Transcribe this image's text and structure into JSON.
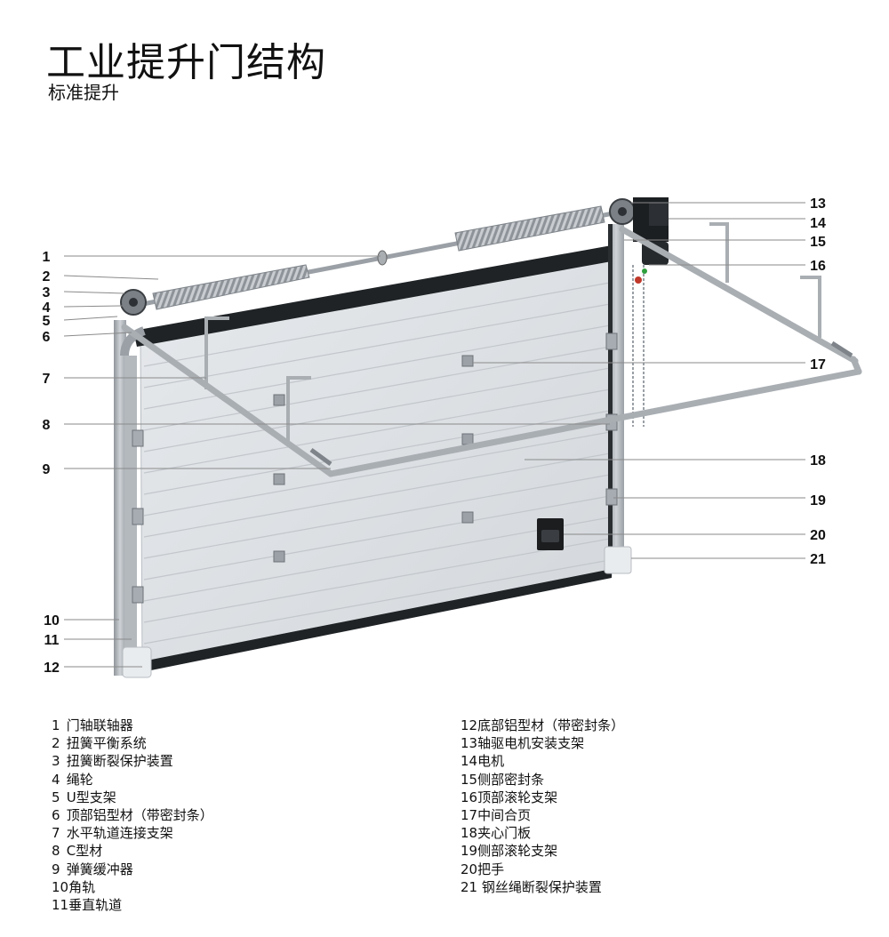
{
  "header": {
    "title": "工业提升门结构",
    "subtitle": "标准提升"
  },
  "callouts": {
    "left": [
      "1",
      "2",
      "3",
      "4",
      "5",
      "6",
      "7",
      "8",
      "9",
      "10",
      "11",
      "12"
    ],
    "right": [
      "13",
      "14",
      "15",
      "16",
      "17",
      "18",
      "19",
      "20",
      "21"
    ]
  },
  "legend": {
    "left": [
      {
        "num": "1",
        "label": "门轴联轴器"
      },
      {
        "num": "2",
        "label": "扭簧平衡系统"
      },
      {
        "num": "3",
        "label": "扭簧断裂保护装置"
      },
      {
        "num": "4",
        "label": "绳轮"
      },
      {
        "num": "5",
        "label": "U型支架"
      },
      {
        "num": "6",
        "label": "顶部铝型材（带密封条）"
      },
      {
        "num": "7",
        "label": "水平轨道连接支架"
      },
      {
        "num": "8",
        "label": "C型材"
      },
      {
        "num": "9",
        "label": "弹簧缓冲器"
      },
      {
        "num": "10",
        "label": "角轨"
      },
      {
        "num": "11",
        "label": "垂直轨道"
      }
    ],
    "right": [
      {
        "num": "12",
        "label": "底部铝型材（带密封条）"
      },
      {
        "num": "13",
        "label": "轴驱电机安装支架"
      },
      {
        "num": "14",
        "label": "电机"
      },
      {
        "num": "15",
        "label": "侧部密封条"
      },
      {
        "num": "16",
        "label": "顶部滚轮支架"
      },
      {
        "num": "17",
        "label": "中间合页"
      },
      {
        "num": "18",
        "label": "夹心门板"
      },
      {
        "num": "19",
        "label": "侧部滚轮支架"
      },
      {
        "num": "20",
        "label": "把手"
      },
      {
        "num": "21",
        "label": "钢丝绳断裂保护装置"
      }
    ]
  }
}
